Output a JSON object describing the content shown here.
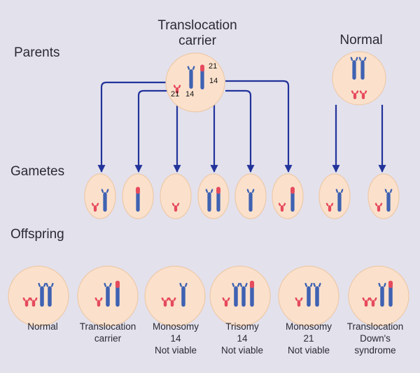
{
  "row_labels": {
    "parents": "Parents",
    "gametes": "Gametes",
    "offspring": "Offspring"
  },
  "parents": {
    "carrier_title_line1": "Translocation",
    "carrier_title_line2": "carrier",
    "normal_title": "Normal",
    "carrier_numbers": {
      "top_21": "21",
      "right_14": "14",
      "bottom_21": "21",
      "bottom_14": "14"
    }
  },
  "offspring_labels": [
    {
      "id": "normal",
      "lines": [
        "Normal"
      ]
    },
    {
      "id": "trans-carrier",
      "lines": [
        "Translocation",
        "carrier"
      ]
    },
    {
      "id": "monosomy-14",
      "lines": [
        "Monosomy",
        "14",
        "Not viable"
      ]
    },
    {
      "id": "trisomy-14",
      "lines": [
        "Trisomy",
        "14",
        "Not viable"
      ]
    },
    {
      "id": "monosomy-21",
      "lines": [
        "Monosomy",
        "21",
        "Not viable"
      ]
    },
    {
      "id": "trans-down",
      "lines": [
        "Translocation",
        "Down's",
        "syndrome"
      ]
    }
  ],
  "colors": {
    "background": "#e3e1ec",
    "cell_fill": "#fbe1cc",
    "cell_stroke": "#eec9a7",
    "chromosome_blue": "#3f62b2",
    "chromosome_red": "#e64a5c",
    "arrow": "#22339a",
    "text": "#2a2a33"
  }
}
